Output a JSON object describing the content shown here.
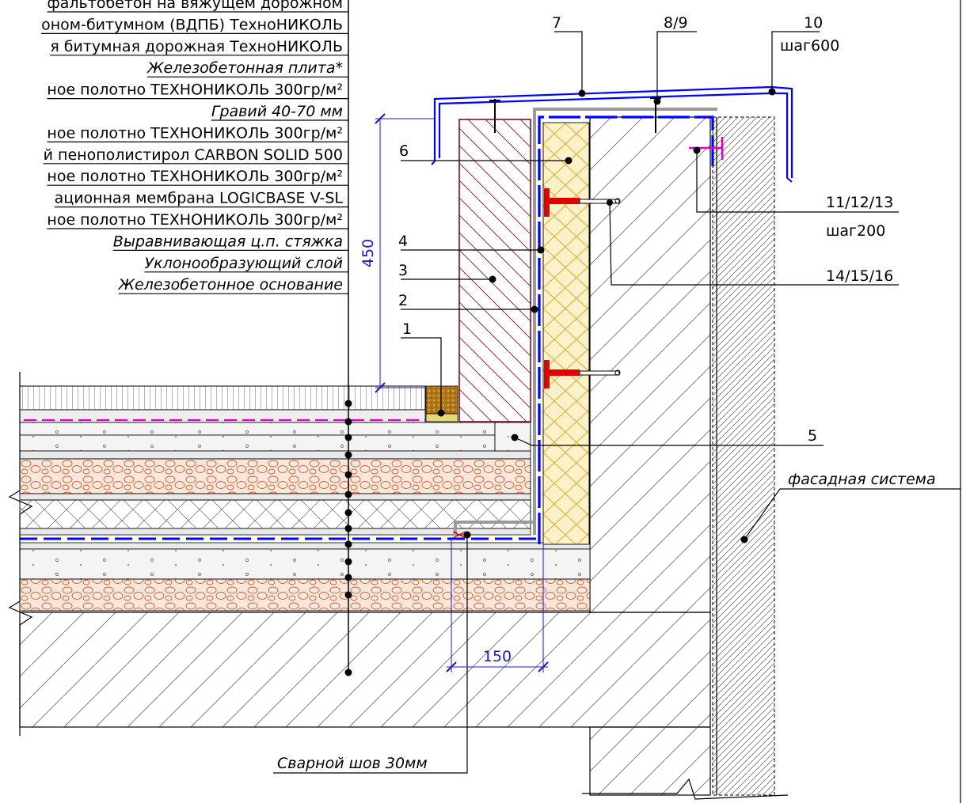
{
  "layer_labels": [
    "фальтобетон на вяжущем дорожном",
    "оном-битумном (ВДПБ) ТехноНИКОЛЬ",
    "я битумная дорожная ТехноНИКОЛЬ",
    "Железобетонная плита*",
    "ное полотно ТЕХНОНИКОЛЬ 300гр/м²",
    "Гравий 40-70 мм",
    "ное полотно ТЕХНОНИКОЛЬ 300гр/м²",
    "й пенополистирол CARBON SOLID 500",
    "ное полотно ТЕХНОНИКОЛЬ 300гр/м²",
    "ационная мембрана LOGICBASE V-SL",
    "ное полотно ТЕХНОНИКОЛЬ 300гр/м²",
    "Выравнивающая ц.п. стяжка",
    "Уклонообразующий слой",
    "Железобетонное основание"
  ],
  "callouts": {
    "c1": "1",
    "c2": "2",
    "c3": "3",
    "c4": "4",
    "c5": "5",
    "c6": "6",
    "c7": "7",
    "c89": "8/9",
    "c10": "10",
    "c10_step": "шаг600",
    "c111213": "11/12/13",
    "c111213_step": "шаг200",
    "c141516": "14/15/16"
  },
  "facade_label": "фасадная система",
  "weld_label": "Сварной шов 30мм",
  "dimensions": {
    "height": "450",
    "overlap": "150"
  },
  "colors": {
    "membrane": "#0000ff",
    "brick": "#7a1020",
    "insulation": "#e8c25a",
    "gravel": "#c8603a",
    "anchor": "#e00000",
    "bracket": "#e000c0",
    "dimension": "#1a1acc"
  }
}
